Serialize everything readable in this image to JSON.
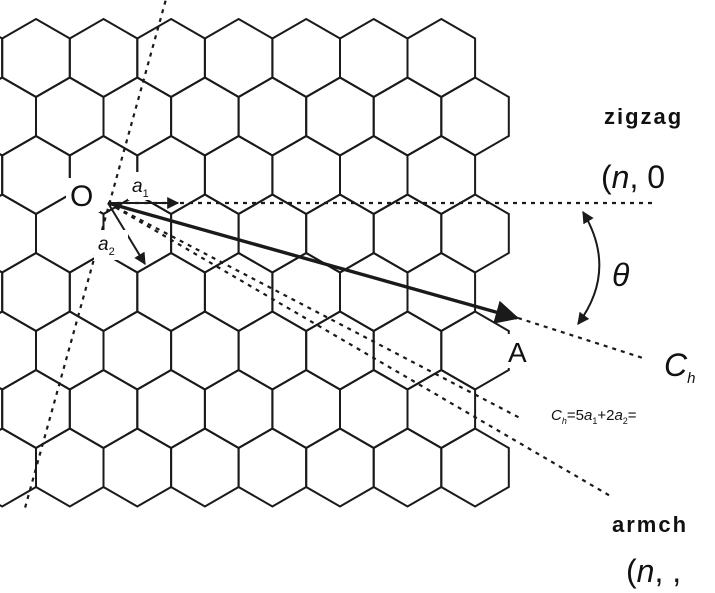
{
  "labels": {
    "origin": "O",
    "point_a": "A",
    "a1": "a",
    "a1_sub": "1",
    "a2": "a",
    "a2_sub": "2",
    "theta": "θ",
    "zigzag_title": "zigzag",
    "zigzag_open": "(",
    "zigzag_n": "n",
    "zigzag_rest": ", 0",
    "ch_symbol": "C",
    "ch_symbol_sub": "h",
    "formula_c": "C",
    "formula_c_sub": "h",
    "formula_eq": "=5",
    "formula_a1": "a",
    "formula_a1_sub": "1",
    "formula_plus": "+2",
    "formula_a2": "a",
    "formula_a2_sub": "2",
    "formula_tail": "=",
    "armchair_title": "armch",
    "armchair_open": "(",
    "armchair_n": "n",
    "armchair_rest": ", ,"
  },
  "colors": {
    "line": "#1a1a1a",
    "background": "#ffffff"
  }
}
